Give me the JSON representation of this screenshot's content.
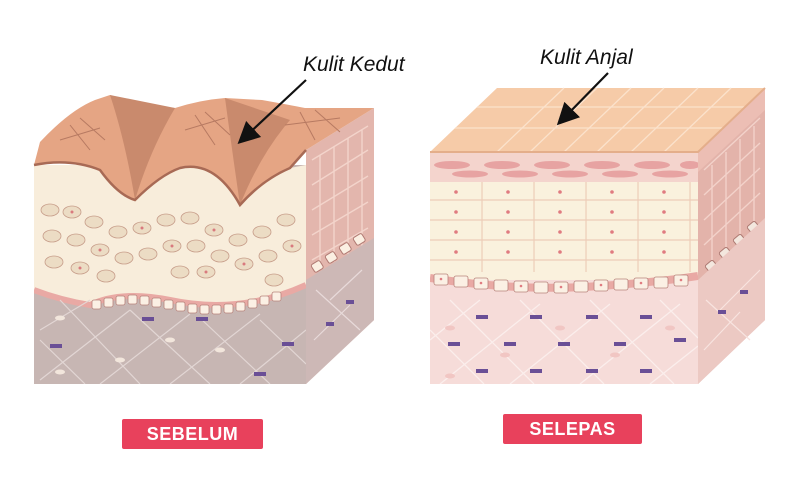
{
  "labels": {
    "before_callout": "Kulit Kedut",
    "after_callout": "Kulit Anjal",
    "before_badge": "SEBELUM",
    "after_badge": "SELEPAS"
  },
  "colors": {
    "badge": "#e8415c",
    "skin_surface": "#e5a584",
    "skin_surface_light": "#f6cba8",
    "epidermis": "#faf0dc",
    "dermis_before": "#c7b6b3",
    "dermis_after": "#f6dcd9",
    "side_face": "#e3b6ad",
    "cell_nucleus": "#e07b80",
    "fiber_marker": "#6a4f96"
  }
}
